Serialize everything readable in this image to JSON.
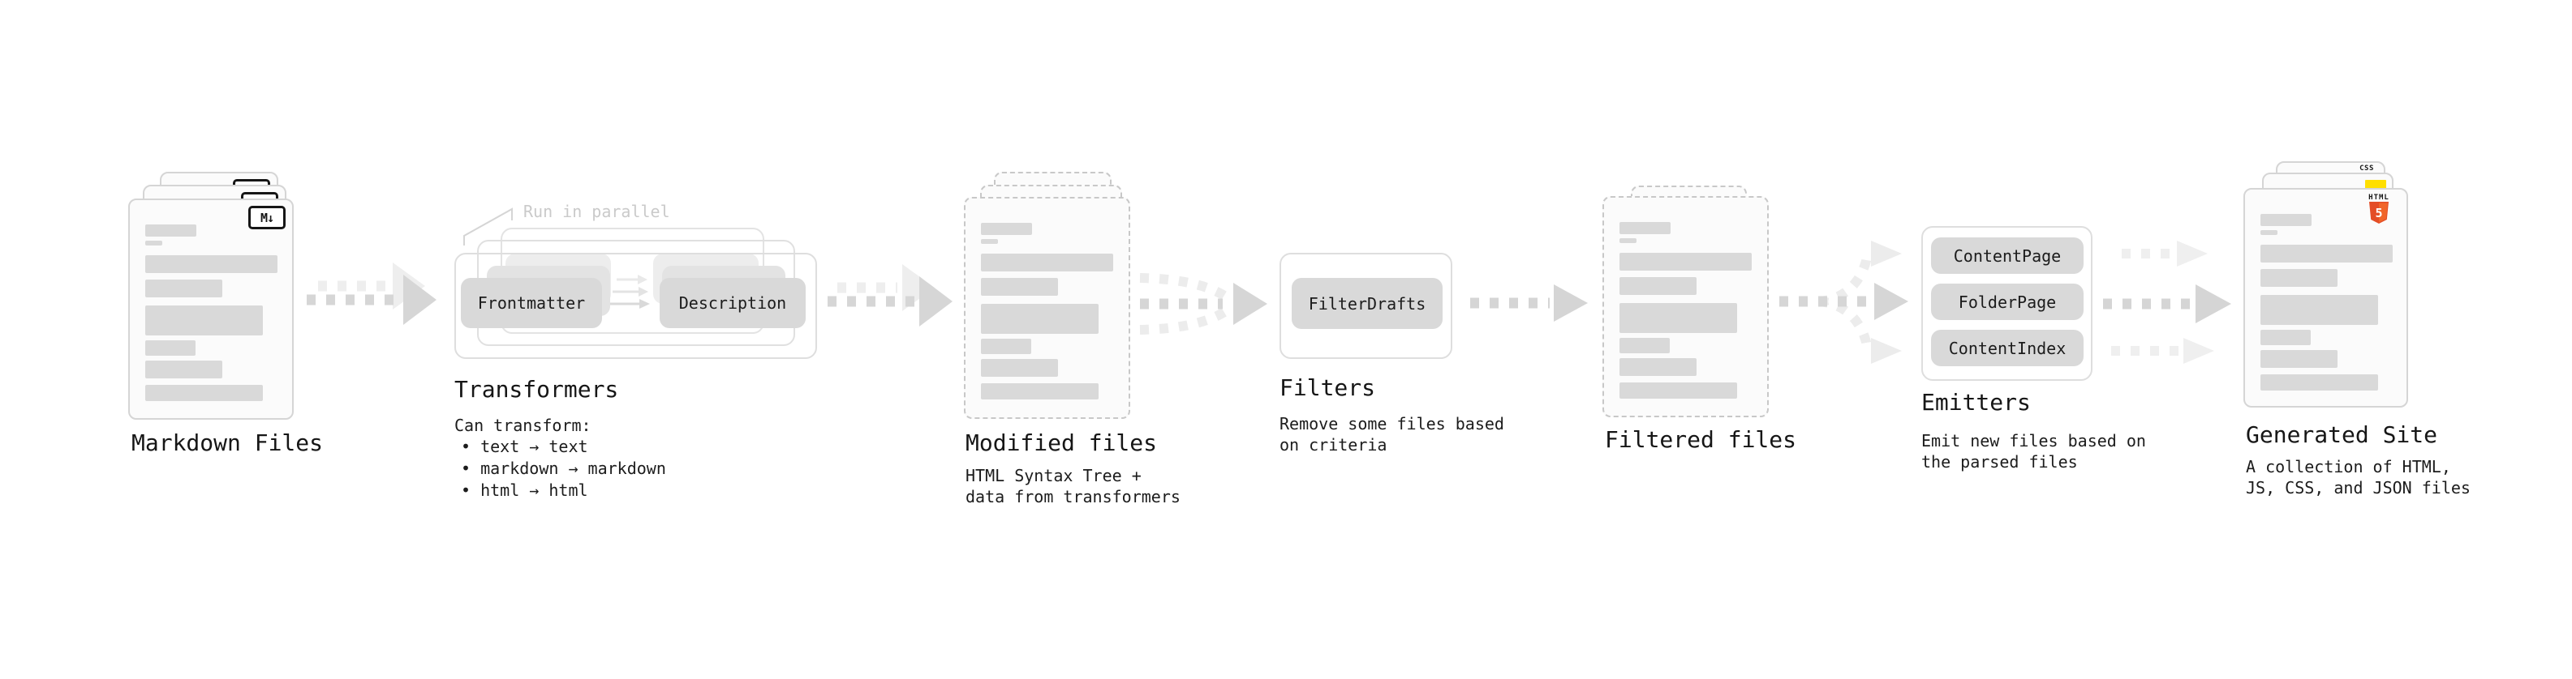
{
  "diagram": {
    "stages": {
      "markdown": {
        "title": "Markdown Files",
        "badge": "M↓"
      },
      "transformers": {
        "title": "Transformers",
        "note": "Run in parallel",
        "button_left": "Frontmatter",
        "button_right": "Description",
        "caption": "Can transform:",
        "bullets": [
          "• text → text",
          "• markdown → markdown",
          "• html → html"
        ]
      },
      "modified": {
        "title": "Modified files",
        "caption_line1": "HTML Syntax Tree +",
        "caption_line2": "data from transformers"
      },
      "filters": {
        "title": "Filters",
        "button": "FilterDrafts",
        "caption_line1": "Remove some files based",
        "caption_line2": "on criteria"
      },
      "filtered": {
        "title": "Filtered files"
      },
      "emitters": {
        "title": "Emitters",
        "buttons": [
          "ContentPage",
          "FolderPage",
          "ContentIndex"
        ],
        "caption_line1": "Emit new files based on",
        "caption_line2": "the parsed files"
      },
      "generated": {
        "title": "Generated Site",
        "caption_line1": "A collection of HTML,",
        "caption_line2": "JS, CSS, and JSON files",
        "badge_html_label": "HTML",
        "badge_html_number": "5",
        "badge_css": "CSS"
      }
    },
    "colors": {
      "html_orange": "#e44d26",
      "js_yellow": "#ffdf00",
      "css_blue": "#2965f1",
      "arrow_dark": "#d6d6d6",
      "arrow_light": "#eeeeee"
    },
    "doc_bars": [
      [
        30,
        15,
        63
      ],
      [
        50,
        6,
        21
      ],
      [
        68,
        22,
        163
      ],
      [
        98,
        22,
        95
      ],
      [
        130,
        37,
        145
      ],
      [
        173,
        19,
        62
      ],
      [
        198,
        22,
        95
      ],
      [
        228,
        20,
        145
      ]
    ]
  }
}
